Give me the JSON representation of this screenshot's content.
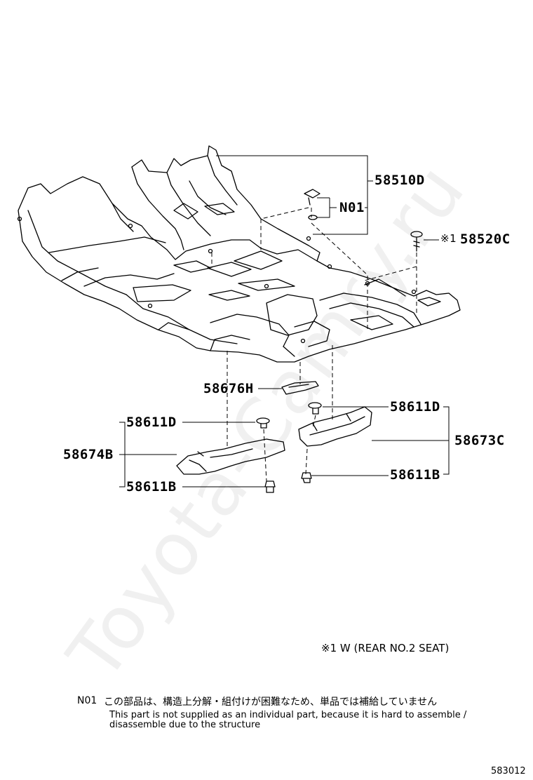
{
  "watermark": "Toyota-Camry.ru",
  "parts": {
    "p58510D": "58510D",
    "n01": "N01",
    "p58520C_mark": "※1",
    "p58520C": "58520C",
    "p58676H": "58676H",
    "p58611D_left": "58611D",
    "p58674B": "58674B",
    "p58611B_left": "58611B",
    "p58611D_right": "58611D",
    "p58673C": "58673C",
    "p58611B_right": "58611B"
  },
  "notes": {
    "footnote1": "※1 W (REAR NO.2 SEAT)",
    "n01_code": "N01",
    "n01_jp": "この部品は、構造上分解・組付けが困難なため、単品では補給していません",
    "n01_en_line1": "This part is not supplied as an individual part, because it is hard to assemble /",
    "n01_en_line2": "disassemble due to the structure",
    "diagram_number": "583012"
  }
}
